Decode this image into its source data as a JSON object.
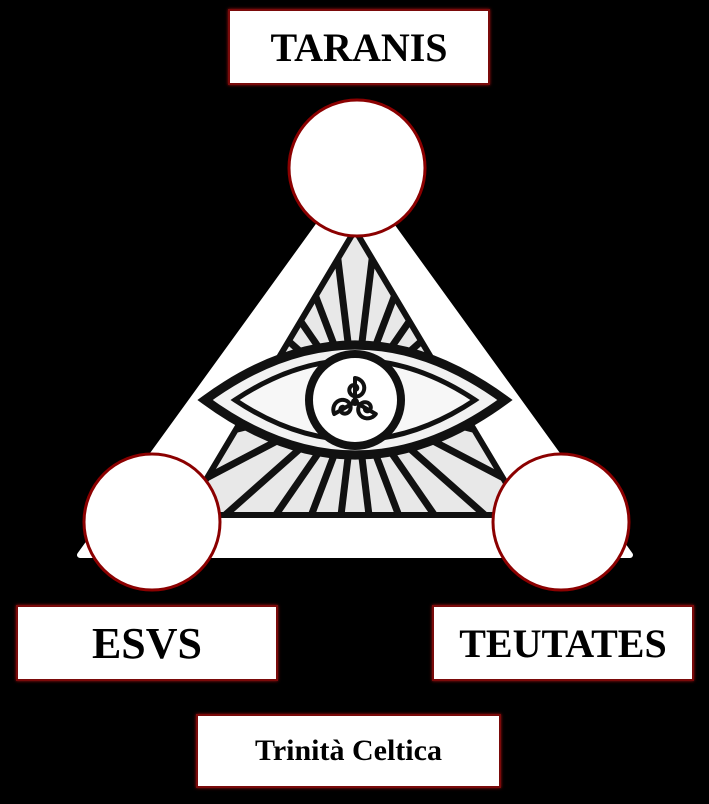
{
  "labels": {
    "top": "TARANIS",
    "left": "ESVS",
    "right": "TEUTATES",
    "caption": "Trinità Celtica"
  },
  "icons": {
    "center": "eye-of-providence-icon",
    "symbol": "triskelion-icon"
  },
  "colors": {
    "background": "#000000",
    "shape_fill": "#ffffff",
    "stroke": "#000000",
    "accent": "#8b0000",
    "ray_fill": "#e8e8e8"
  }
}
